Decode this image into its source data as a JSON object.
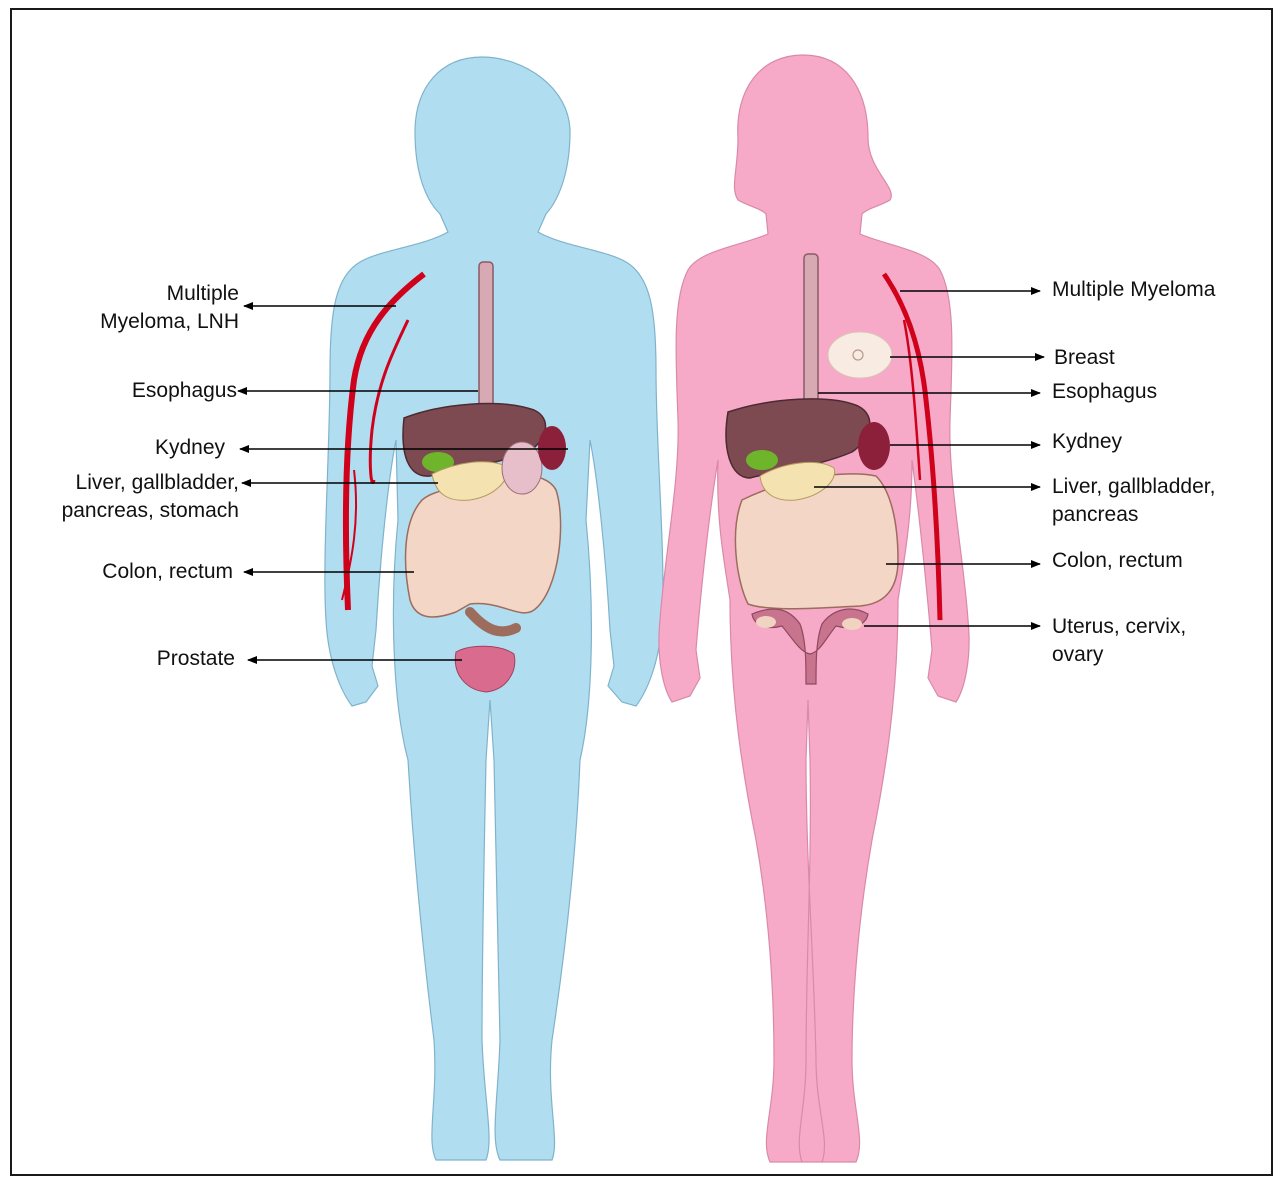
{
  "colors": {
    "male_body": "#b1ddf1",
    "female_body": "#f7a9c8",
    "vessel": "#d0021b",
    "liver": "#7d4a52",
    "gallbladder": "#6fb52c",
    "pancreas": "#f4e3b0",
    "colon": "#f3d6c6",
    "kidney": "#8c1f3a",
    "prostate": "#d96b8f",
    "esophagus": "#d7a9b3",
    "breast": "#f7ebe2",
    "uterus": "#c9748e",
    "arrow": "#000000"
  },
  "male_labels": {
    "myeloma": [
      "Multiple",
      "Myeloma, LNH"
    ],
    "esophagus": "Esophagus",
    "kidney": "Kydney",
    "liver": [
      "Liver, gallbladder,",
      "pancreas, stomach"
    ],
    "colon": "Colon, rectum",
    "prostate": "Prostate"
  },
  "female_labels": {
    "myeloma": "Multiple Myeloma",
    "breast": "Breast",
    "esophagus": "Esophagus",
    "kidney": "Kydney",
    "liver": [
      "Liver, gallbladder,",
      "pancreas"
    ],
    "colon": "Colon, rectum",
    "uterus": [
      "Uterus, cervix,",
      "ovary"
    ]
  }
}
